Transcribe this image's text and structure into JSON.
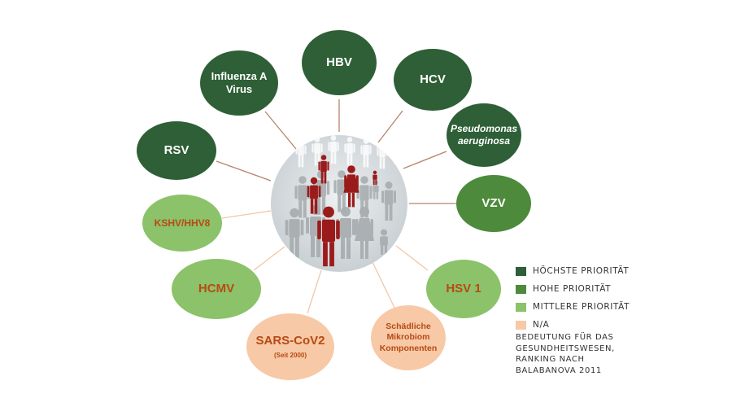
{
  "colors": {
    "dark": "#2e5f36",
    "medium": "#4d8a3c",
    "light": "#8cc26a",
    "na": "#f7c9a6",
    "text_orange": "#b84a14",
    "connector_dark": "#b8836a",
    "connector_light": "#f3c6a4",
    "people_grey": "#a8adb0",
    "people_red": "#9b1b1b"
  },
  "central_image": {
    "icon": "population-icon"
  },
  "nodes": [
    {
      "id": "hbv",
      "label": "HBV",
      "priority": "dark"
    },
    {
      "id": "hcv",
      "label": "HCV",
      "priority": "dark"
    },
    {
      "id": "pseudomonas",
      "label": "Pseudomonas\naeruginosa",
      "priority": "dark",
      "italic": true
    },
    {
      "id": "vzv",
      "label": "VZV",
      "priority": "medium"
    },
    {
      "id": "hsv1",
      "label": "HSV 1",
      "priority": "light"
    },
    {
      "id": "mikrobiom",
      "label": "Schädliche\nMikrobiom\nKomponenten",
      "priority": "na"
    },
    {
      "id": "sars",
      "label": "SARS-CoV2",
      "sublabel": "(Seit 2000)",
      "priority": "na"
    },
    {
      "id": "hcmv",
      "label": "HCMV",
      "priority": "light"
    },
    {
      "id": "kshv",
      "label": "KSHV/HHV8",
      "priority": "light"
    },
    {
      "id": "rsv",
      "label": "RSV",
      "priority": "dark"
    },
    {
      "id": "influenza",
      "label": "Influenza A\nVirus",
      "priority": "dark"
    }
  ],
  "legend": [
    {
      "label": "HÖCHSTE PRIORITÄT",
      "priority": "dark"
    },
    {
      "label": "HOHE PRIORITÄT",
      "priority": "medium"
    },
    {
      "label": "MITTLERE PRIORITÄT",
      "priority": "light"
    },
    {
      "label": "N/A",
      "priority": "na"
    }
  ],
  "note": "BEDEUTUNG FÜR DAS\nGESUNDHEITSWESEN,\nRANKING NACH\nBALABANOVA 2011"
}
